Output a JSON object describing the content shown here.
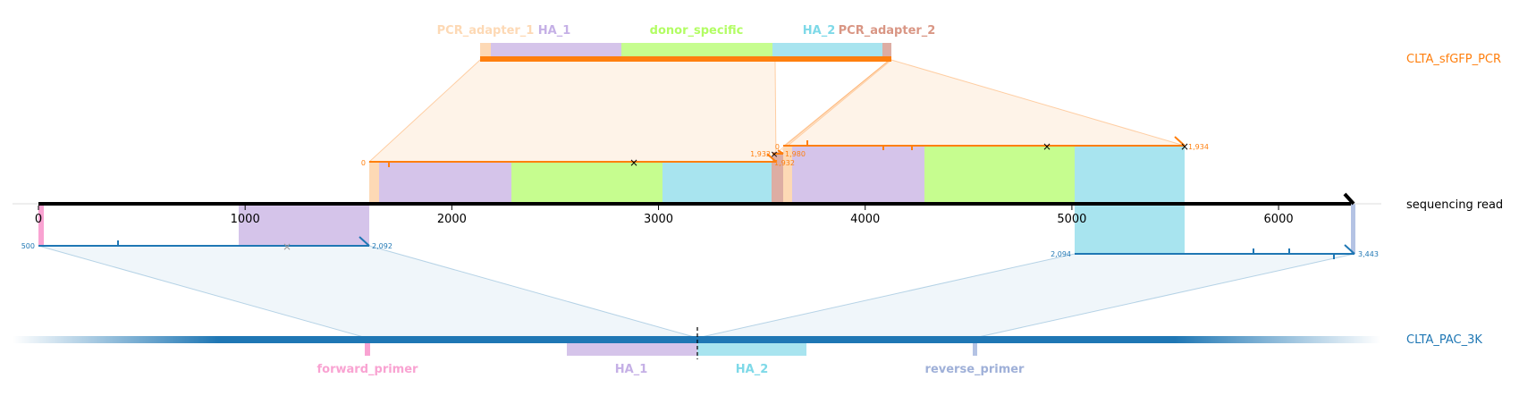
{
  "colors": {
    "orange": "#ff7f0e",
    "orange_fill": "#fde9d6",
    "blue": "#1f77b4",
    "blue_fill": "#e6f0f6",
    "pcr_adapter": "#fdd9b5",
    "ha1": "#d5c4ea",
    "donor": "#c6fd8f",
    "ha2": "#a8e4ef",
    "pcr_adapter_2": "#ddada3",
    "fwd_primer": "#f9a3d2",
    "rev_primer": "#b4c3e4",
    "read": "#000000"
  },
  "tracks": {
    "top": "CLTA_sfGFP_PCR",
    "read": "sequencing read",
    "bottom": "CLTA_PAC_3K"
  },
  "axis": {
    "min": 0,
    "max": 6350,
    "ticks": [
      "0",
      "1000",
      "2000",
      "3000",
      "4000",
      "5000",
      "6000"
    ]
  },
  "top_features": [
    {
      "label": "PCR_adapter_1",
      "color": "#fdd9b5"
    },
    {
      "label": "HA_1",
      "color": "#c5b0e6"
    },
    {
      "label": "donor_specific",
      "color": "#b2fd63"
    },
    {
      "label": "HA_2",
      "color": "#7ed9e8"
    },
    {
      "label": "PCR_adapter_2",
      "color": "#d99684"
    }
  ],
  "bottom_features": [
    {
      "label": "forward_primer",
      "color": "#f9a3d2"
    },
    {
      "label": "HA_1",
      "color": "#c5b0e6"
    },
    {
      "label": "HA_2",
      "color": "#7ed9e8"
    },
    {
      "label": "reverse_primer",
      "color": "#9fb0d8"
    }
  ],
  "alignments": [
    {
      "track": "top",
      "read_start": 1600,
      "read_end": 3520,
      "start_label": "0",
      "end_label": "1,932"
    },
    {
      "track": "top",
      "read_start": 3570,
      "read_end": 5500,
      "start_label": "0",
      "end_label": "1,934"
    },
    {
      "track": "top",
      "read_start": 3525,
      "read_end": 3565,
      "start_label": "1,932",
      "end_label": "1,980"
    },
    {
      "track": "bottom",
      "read_start": 0,
      "read_end": 1600,
      "start_label": "500",
      "end_label": "2,092"
    },
    {
      "track": "bottom",
      "read_start": 4980,
      "read_end": 6330,
      "start_label": "2,094",
      "end_label": "3,443"
    }
  ]
}
